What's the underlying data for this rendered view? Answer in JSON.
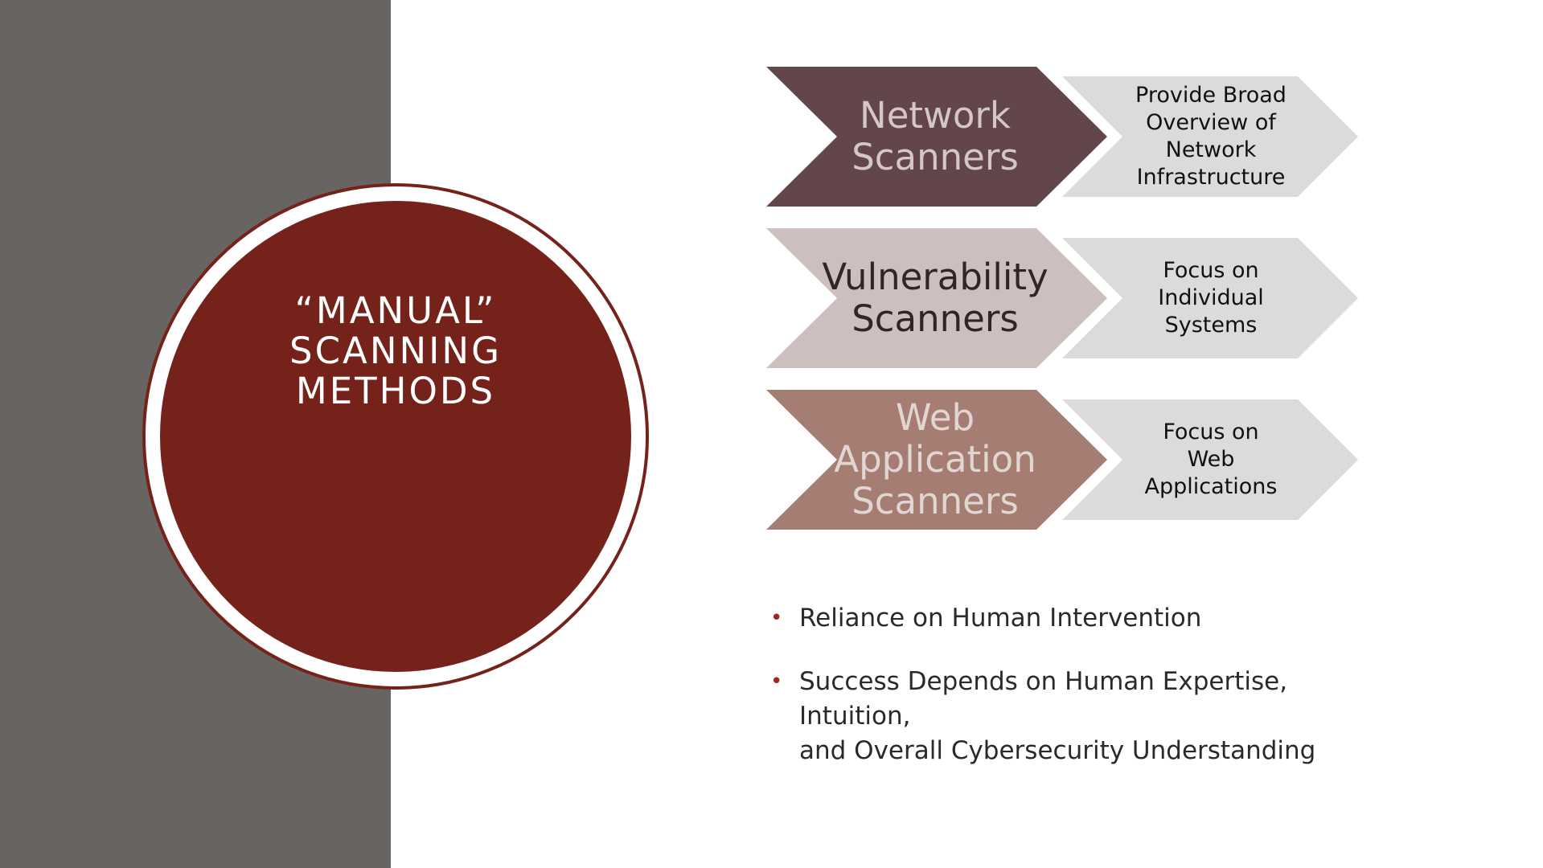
{
  "slide": {
    "title_lines": [
      "“MANUAL”",
      "SCANNING",
      "METHODS"
    ],
    "colors": {
      "band": "#676462",
      "circle": "#75221a",
      "bullet": "#9c2a22"
    }
  },
  "process": [
    {
      "category_lines": [
        "Network",
        "Scanners"
      ],
      "description_lines": [
        "Provide Broad",
        "Overview of",
        "Network",
        "Infrastructure"
      ],
      "category_fill": "#634649",
      "category_text_color": "#d4c7c7",
      "description_fill": "#dddada"
    },
    {
      "category_lines": [
        "Vulnerability",
        "Scanners"
      ],
      "description_lines": [
        "Focus on",
        "Individual",
        "Systems"
      ],
      "category_fill": "#ccbfbd",
      "category_text_color": "#2e2628",
      "description_fill": "#dddada"
    },
    {
      "category_lines": [
        "Web",
        "Application",
        "Scanners"
      ],
      "description_lines": [
        "Focus on",
        "Web",
        "Applications"
      ],
      "category_fill": "#a57d73",
      "category_text_color": "#e2d6d4",
      "description_fill": "#dddada"
    }
  ],
  "bullets": [
    [
      "Reliance on Human Intervention"
    ],
    [
      "Success Depends on Human Expertise, Intuition,",
      "and Overall Cybersecurity Understanding"
    ]
  ]
}
